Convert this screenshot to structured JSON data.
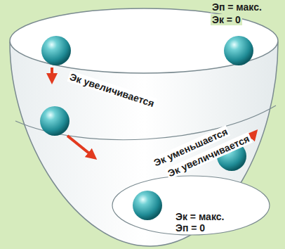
{
  "diagram": {
    "labels": [
      "Эп = макс.",
      "Эк = 0",
      "Эк увеличивается",
      "Эк уменьшается",
      "Эк увеличивается",
      "Эк = макс.",
      "Эп = 0"
    ]
  }
}
